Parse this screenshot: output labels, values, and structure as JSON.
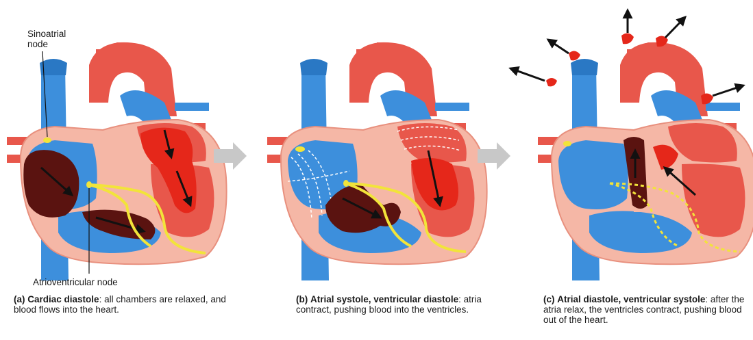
{
  "labels": {
    "sinoatrial": "Sinoatrial node",
    "atrioventricular": "Atrioventricular node"
  },
  "captions": [
    {
      "letter": "(a)",
      "title": "Cardiac diastole",
      "text": ": all chambers are relaxed, and blood flows into the heart."
    },
    {
      "letter": "(b)",
      "title": "Atrial systole, ventricular diastole",
      "text": ": atria contract, pushing blood into the ventricles."
    },
    {
      "letter": "(c)",
      "title": "Atrial diastole, ventricular systole",
      "text": ": after the atria relax, the ventricles contract, pushing blood out of the heart."
    }
  ],
  "colors": {
    "vein": "#3d8fdc",
    "vein_dark": "#2a78c4",
    "artery": "#e8574b",
    "artery_light": "#f08a7c",
    "muscle": "#f5b7a6",
    "blood_dark": "#5a1310",
    "blood_red": "#e5271a",
    "conduction": "#f2e43a",
    "arrow_gray": "#c8c8c8"
  }
}
